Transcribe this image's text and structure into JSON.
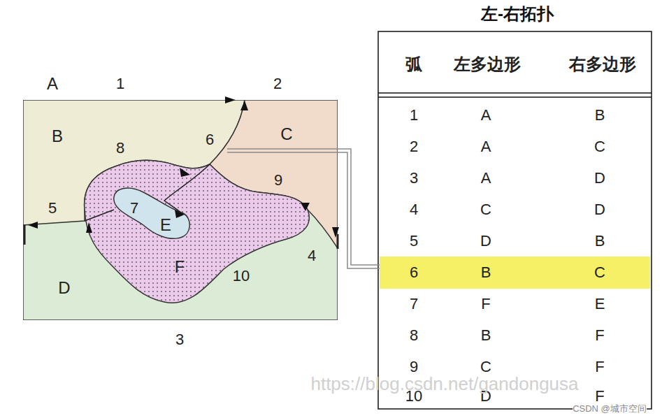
{
  "diagram": {
    "title": "左-右拓扑",
    "nodes": [
      {
        "text": [
          "B"
        ]
      },
      {
        "text": [
          "C"
        ]
      },
      {
        "text": [
          "F"
        ]
      },
      {
        "text": [
          "E"
        ],
        "in": 2
      },
      {
        "text": [
          "D"
        ]
      }
    ],
    "labels": [
      "A",
      "1",
      "2",
      "6",
      "8",
      "9",
      "5",
      "7",
      "4",
      "10",
      "3",
      "弧",
      "左多边形",
      "右多边形",
      "1",
      "A",
      "B",
      "2",
      "A",
      "C",
      "3",
      "A",
      "D",
      "4",
      "C",
      "D",
      "5",
      "D",
      "B",
      "6",
      "B",
      "C",
      "7",
      "F",
      "E",
      "8",
      "B",
      "F",
      "9",
      "C",
      "F",
      "10",
      "D",
      "F",
      "https://blog.csdn.net/gandongusa",
      "CSDN @城市空间"
    ]
  }
}
